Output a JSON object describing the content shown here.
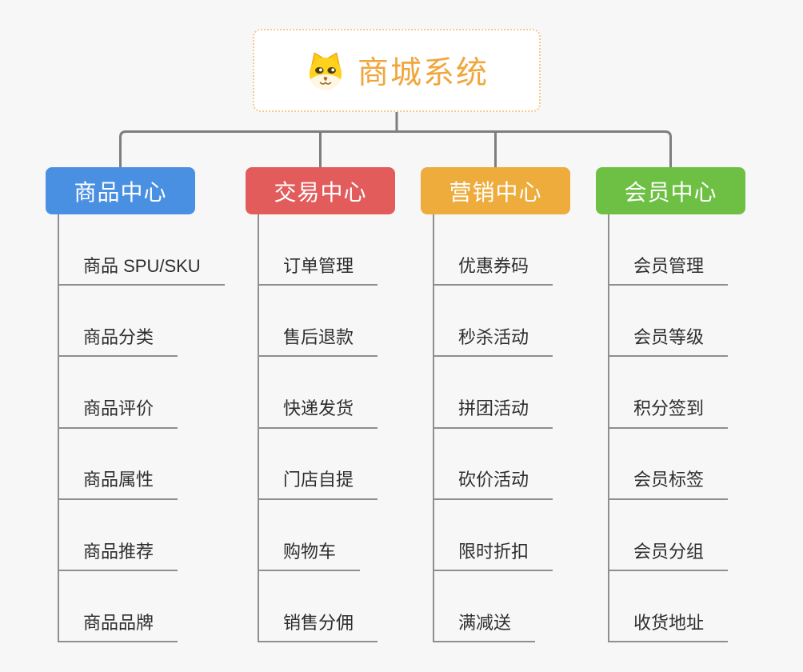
{
  "canvas": {
    "background_color": "#F7F7F7",
    "connector_color": "#7E7E7E",
    "spine_line_color": "#8F8F8F",
    "item_text_color": "#2D2D30"
  },
  "root": {
    "title": "商城系统",
    "icon": "dog-face-icon",
    "text_color": "#F0A63C",
    "border_color": "#F3C98E",
    "background_color": "#FFFFFF"
  },
  "branches": [
    {
      "label": "商品中心",
      "color": "#4A90E2",
      "items": [
        "商品 SPU/SKU",
        "商品分类",
        "商品评价",
        "商品属性",
        "商品推荐",
        "商品品牌"
      ]
    },
    {
      "label": "交易中心",
      "color": "#E25C5C",
      "items": [
        "订单管理",
        "售后退款",
        "快递发货",
        "门店自提",
        "购物车",
        "销售分佣"
      ]
    },
    {
      "label": "营销中心",
      "color": "#EDAC3C",
      "items": [
        "优惠券码",
        "秒杀活动",
        "拼团活动",
        "砍价活动",
        "限时折扣",
        "满减送"
      ]
    },
    {
      "label": "会员中心",
      "color": "#6DC044",
      "items": [
        "会员管理",
        "会员等级",
        "积分签到",
        "会员标签",
        "会员分组",
        "收货地址"
      ]
    }
  ]
}
